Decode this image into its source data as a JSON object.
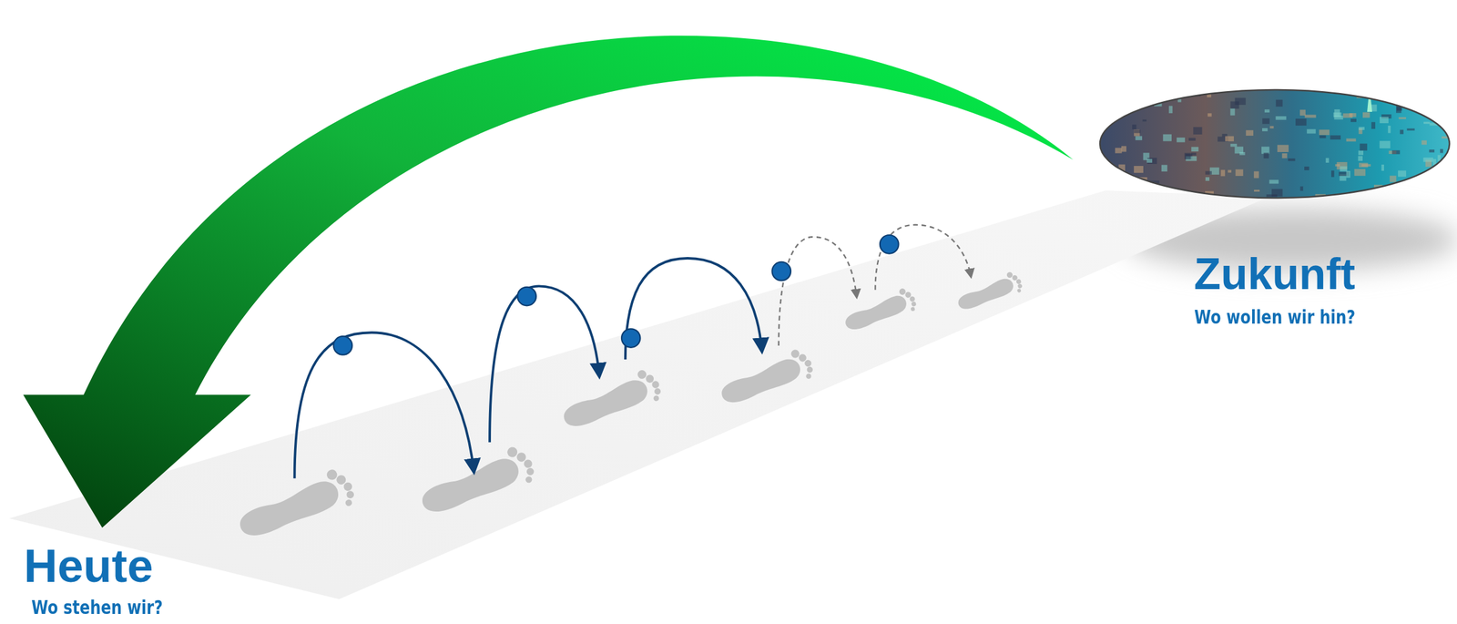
{
  "diagram": {
    "nodes": [
      {
        "text": [
          "Zukunft",
          "Wo wollen wir hin?"
        ]
      }
    ],
    "labels": [
      "Heute",
      "Wo stehen wir?"
    ]
  }
}
